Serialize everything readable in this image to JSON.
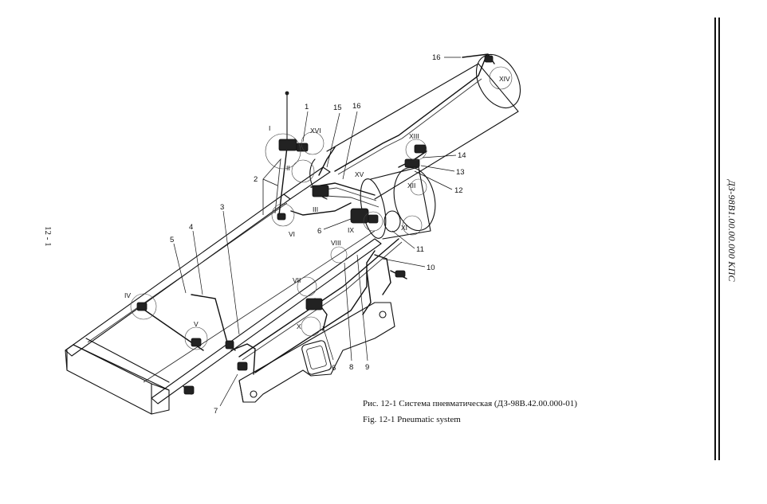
{
  "caption": {
    "ru": "Рис. 12-1 Система пневматическая (ДЗ-98В.42.00.000-01)",
    "en": "Fig. 12-1 Pneumatic system"
  },
  "page_number": "12 - 1",
  "document_code": "ДЗ-98В1.00.00.000  КПС",
  "position_labels": [
    "1",
    "2",
    "3",
    "4",
    "5",
    "6",
    "6",
    "7",
    "8",
    "9",
    "10",
    "11",
    "12",
    "13",
    "14",
    "15",
    "16",
    "16"
  ],
  "view_labels": [
    "I",
    "II",
    "III",
    "IV",
    "V",
    "VI",
    "VII",
    "VIII",
    "IX",
    "X",
    "XI",
    "XII",
    "XIII",
    "XIV",
    "XV",
    "XVI"
  ]
}
